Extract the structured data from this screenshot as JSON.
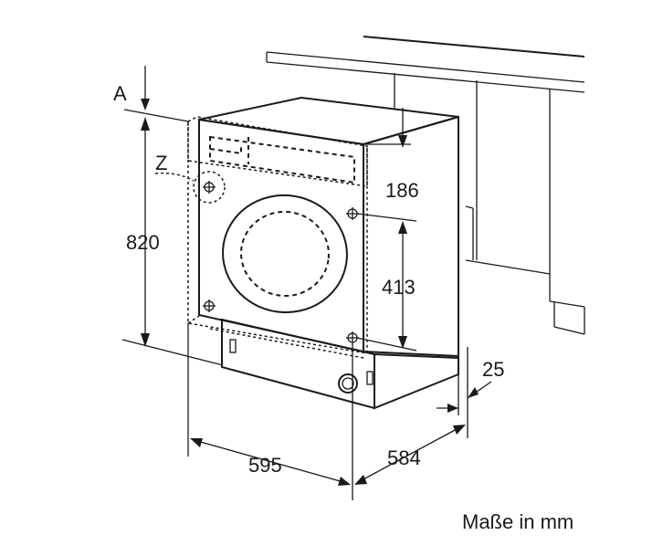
{
  "labels": {
    "a": "A",
    "z": "Z",
    "height": "820",
    "panel_height": "186",
    "hole_spacing": "413",
    "side_gap": "25",
    "width": "595",
    "depth": "584",
    "units": "Maße in mm"
  }
}
